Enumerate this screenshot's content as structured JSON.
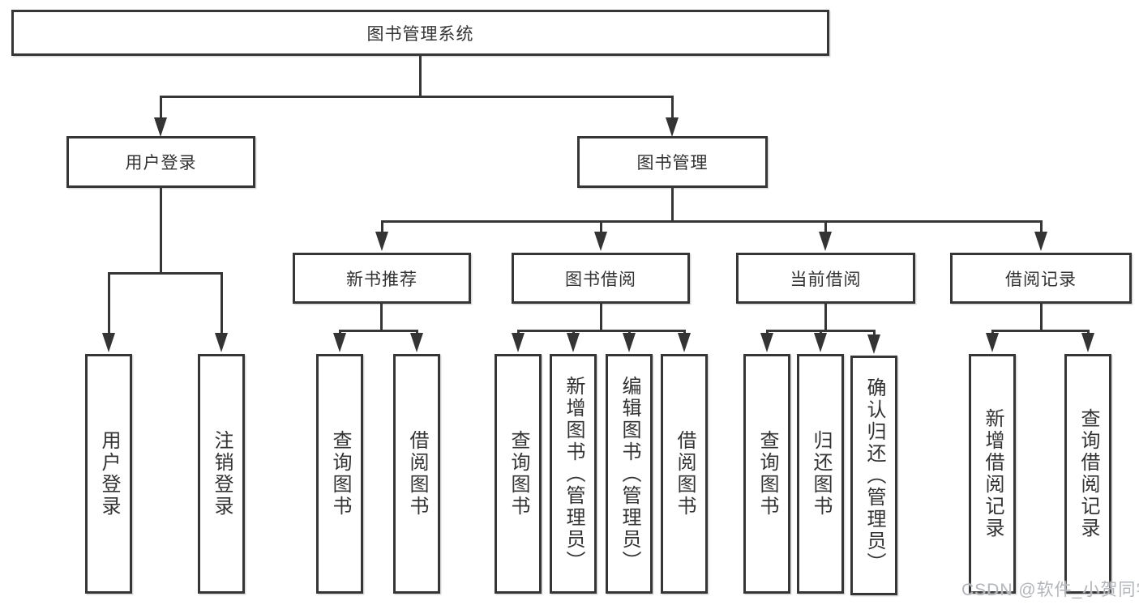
{
  "diagram_title": "图书管理系统",
  "tree": {
    "label": "图书管理系统",
    "children": [
      {
        "label": "用户登录",
        "children": [
          {
            "label": "用户登录"
          },
          {
            "label": "注销登录"
          }
        ]
      },
      {
        "label": "图书管理",
        "children": [
          {
            "label": "新书推荐",
            "children": [
              {
                "label": "查询图书"
              },
              {
                "label": "借阅图书"
              }
            ]
          },
          {
            "label": "图书借阅",
            "children": [
              {
                "label": "查询图书"
              },
              {
                "label": "新增图书（管理员）"
              },
              {
                "label": "编辑图书（管理员）"
              },
              {
                "label": "借阅图书"
              }
            ]
          },
          {
            "label": "当前借阅",
            "children": [
              {
                "label": "查询图书"
              },
              {
                "label": "归还图书"
              },
              {
                "label": "确认归还（管理员）"
              }
            ]
          },
          {
            "label": "借阅记录",
            "children": [
              {
                "label": "新增借阅记录"
              },
              {
                "label": "查询借阅记录"
              }
            ]
          }
        ]
      }
    ]
  },
  "watermark": "CSDN @软件_小贺同学",
  "colors": {
    "line": "#363636",
    "arrow": "#343434",
    "text": "#333333",
    "watermark": "#b2b6ba",
    "background": "#ffffff"
  }
}
